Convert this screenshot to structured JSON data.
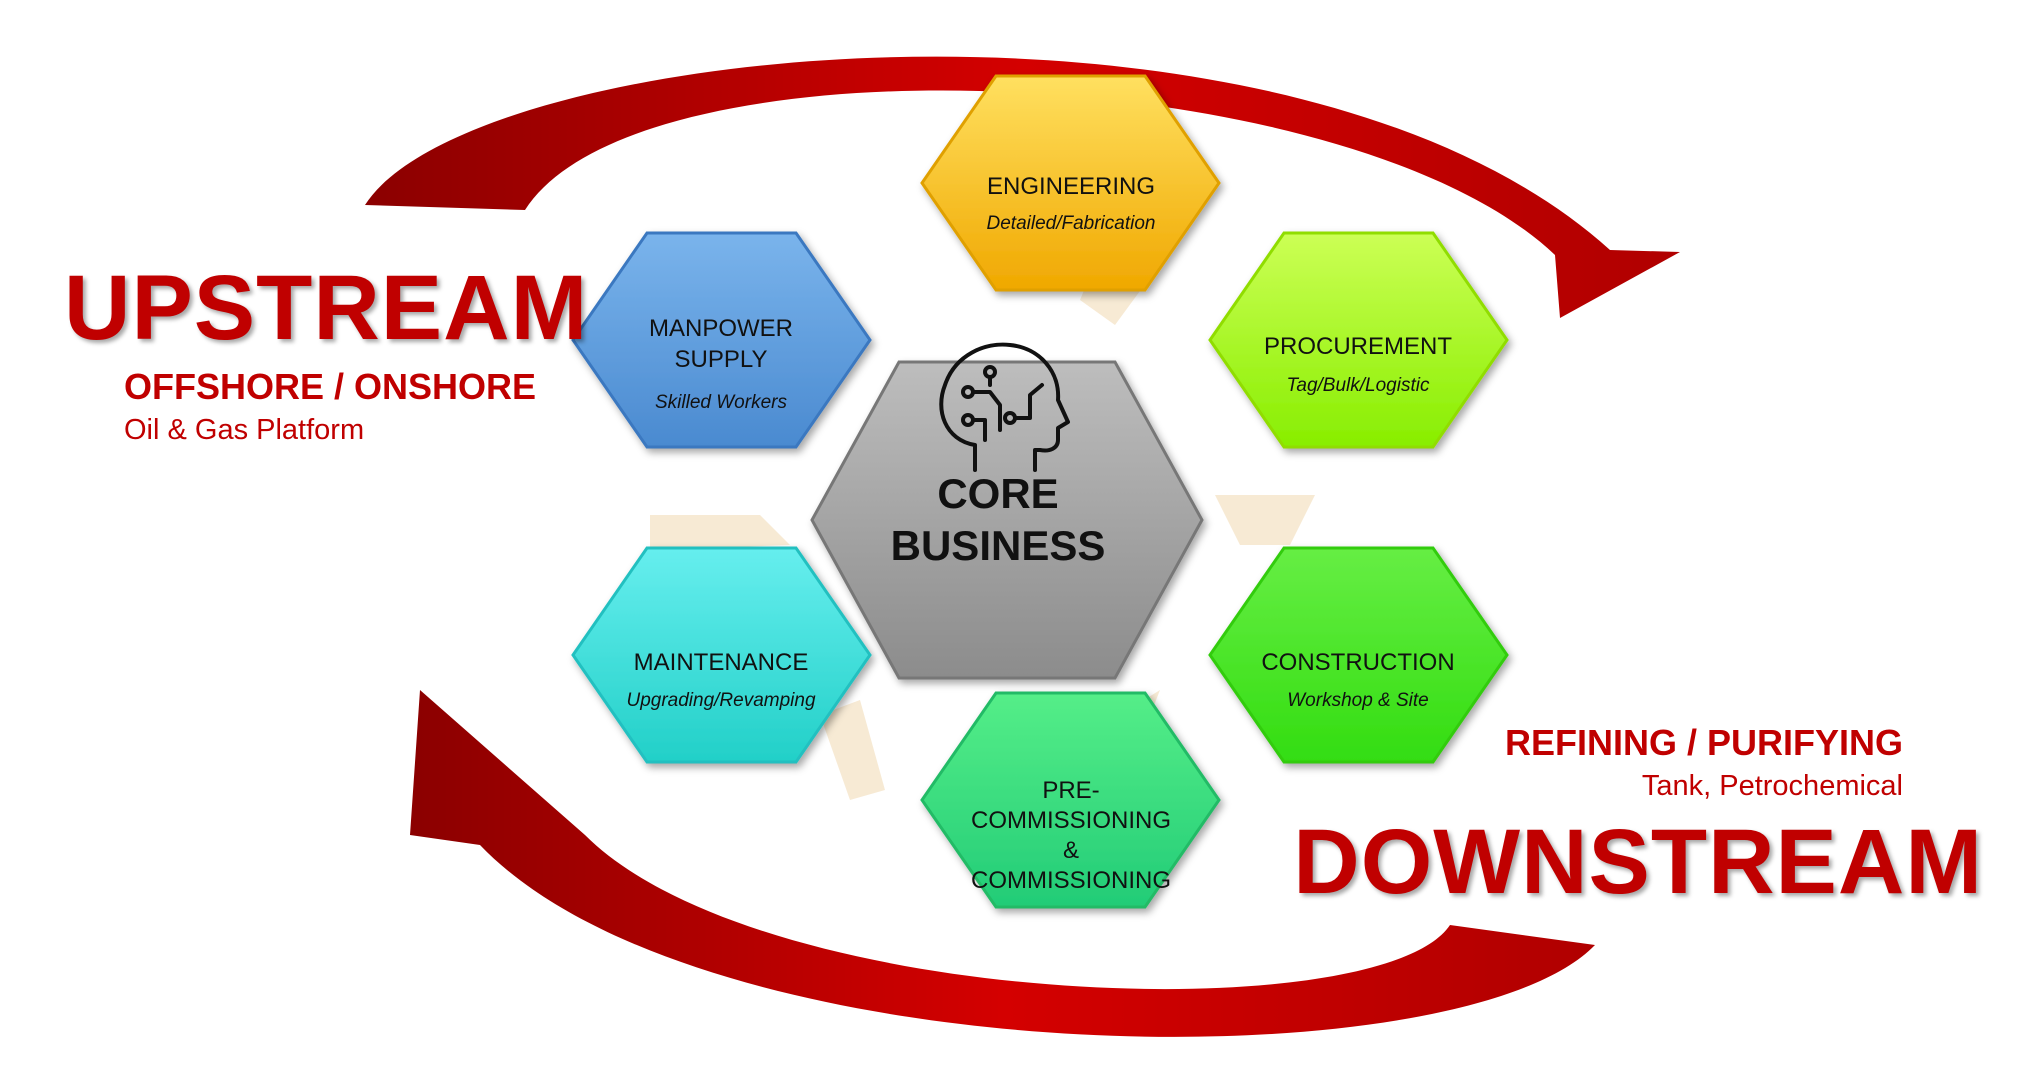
{
  "upstream": {
    "title": "UPSTREAM",
    "subtitle": "OFFSHORE / ONSHORE",
    "detail": "Oil & Gas Platform"
  },
  "downstream": {
    "title": "DOWNSTREAM",
    "subtitle": "REFINING / PURIFYING",
    "detail": "Tank, Petrochemical"
  },
  "core": {
    "line1": "CORE",
    "line2": "BUSINESS",
    "icon": "brain-circuit-icon"
  },
  "hexagons": {
    "engineering": {
      "title": "ENGINEERING",
      "subtitle": "Detailed/Fabrication"
    },
    "procurement": {
      "title": "PROCUREMENT",
      "subtitle": "Tag/Bulk/Logistic"
    },
    "construction": {
      "title": "CONSTRUCTION",
      "subtitle": "Workshop & Site"
    },
    "commissioning": {
      "line1": "PRE-",
      "line2": "COMMISSIONING",
      "line3": "&",
      "line4": "COMMISSIONING"
    },
    "maintenance": {
      "title": "MAINTENANCE",
      "subtitle": "Upgrading/Revamping"
    },
    "manpower": {
      "line1": "MANPOWER",
      "line2": "SUPPLY",
      "subtitle": "Skilled Workers"
    }
  },
  "colors": {
    "arrow": "#c00000",
    "engineering": "#ffc000",
    "procurement": "#aaff22",
    "construction": "#44ee22",
    "commissioning": "#33dd88",
    "maintenance": "#33dddd",
    "manpower": "#5b9bd5",
    "core": "#a6a6a6"
  }
}
